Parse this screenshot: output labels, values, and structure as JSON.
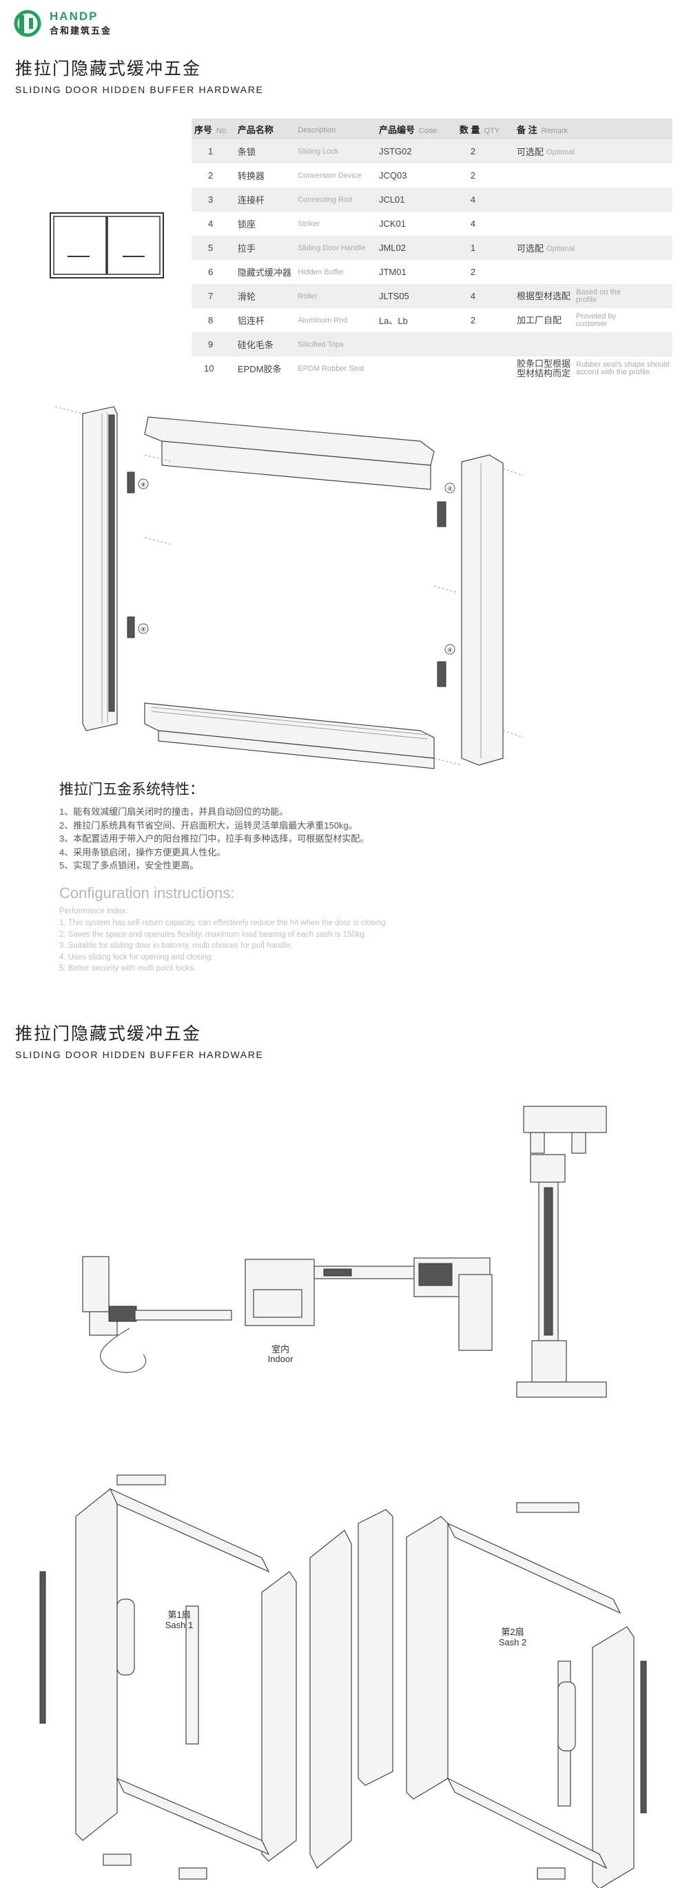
{
  "brand": {
    "name": "HANDP",
    "name_cn": "合和建筑五金"
  },
  "section1": {
    "title_cn": "推拉门隐藏式缓冲五金",
    "title_en": "SLIDING DOOR HIDDEN BUFFER HARDWARE"
  },
  "section2": {
    "title_cn": "推拉门隐藏式缓冲五金",
    "title_en": "SLIDING DOOR HIDDEN BUFFER HARDWARE"
  },
  "table": {
    "headers": [
      {
        "cn": "序号",
        "en": "No."
      },
      {
        "cn": "产品名称",
        "en": ""
      },
      {
        "cn": "",
        "en": "Description"
      },
      {
        "cn": "产品编号",
        "en": "Code"
      },
      {
        "cn": "数 量",
        "en": "QTY"
      },
      {
        "cn": "备 注",
        "en": "Remark"
      }
    ],
    "rows": [
      {
        "no": "1",
        "name": "条锁",
        "desc": "Sliding Lock",
        "code": "JSTG02",
        "qty": "2",
        "remark_cn": "可选配",
        "remark_en": "Optional"
      },
      {
        "no": "2",
        "name": "转换器",
        "desc": "Conversion Device",
        "code": "JCQ03",
        "qty": "2",
        "remark_cn": "",
        "remark_en": ""
      },
      {
        "no": "3",
        "name": "连接杆",
        "desc": "Connecting Rod",
        "code": "JCL01",
        "qty": "4",
        "remark_cn": "",
        "remark_en": ""
      },
      {
        "no": "4",
        "name": "锁座",
        "desc": "Striker",
        "code": "JCK01",
        "qty": "4",
        "remark_cn": "",
        "remark_en": ""
      },
      {
        "no": "5",
        "name": "拉手",
        "desc": "Sliding Door Handle",
        "code": "JML02",
        "qty": "1",
        "remark_cn": "可选配",
        "remark_en": "Optional"
      },
      {
        "no": "6",
        "name": "隐藏式缓冲器",
        "desc": "Hidden Buffer",
        "code": "JTM01",
        "qty": "2",
        "remark_cn": "",
        "remark_en": ""
      },
      {
        "no": "7",
        "name": "滑轮",
        "desc": "Roller",
        "code": "JLTS05",
        "qty": "4",
        "remark_cn": "根据型材选配",
        "remark_en": "Based on the profile"
      },
      {
        "no": "8",
        "name": "铝连杆",
        "desc": "Aluminum Rod",
        "code": "La、Lb",
        "qty": "2",
        "remark_cn": "加工厂自配",
        "remark_en": "Provided by customer"
      },
      {
        "no": "9",
        "name": "硅化毛条",
        "desc": "Silicified Tops",
        "code": "",
        "qty": "",
        "remark_cn": "",
        "remark_en": ""
      },
      {
        "no": "10",
        "name": "EPDM胶条",
        "desc": "EPDM Rubber Seal",
        "code": "",
        "qty": "",
        "remark_cn": "胶条口型根据型材结构而定",
        "remark_en": "Rubber seal's shape should accord with the profile."
      }
    ]
  },
  "diagram1": {
    "callouts": [
      "④",
      "④",
      "④",
      "④"
    ]
  },
  "features": {
    "title": "推拉门五金系统特性：",
    "items": [
      "1、能有效减缓门扇关闭时的撞击，并具自动回位的功能。",
      "2、推拉门系统具有节省空间、开启面积大，运转灵活单扇最大承重150kg。",
      "3、本配置适用于带入户的阳台推拉门中，拉手有多种选择，可根据型材实配。",
      "4、采用条锁启闭，操作方便更具人性化。",
      "5、实现了多点锁闭，安全性更高。"
    ]
  },
  "config": {
    "title": "Configuration instructions:",
    "subtitle": "Performance index:",
    "items": [
      "1. This system has self-return capacity, can effectively reduce the hit when the door is closing.",
      "2. Saves the space and operates flexibly, maximum load bearing of each sash is 150kg.",
      "3. Suitable for sliding door in balcony, multi choices for pull handle.",
      "4. Uses sliding lock for opening and closing.",
      "5. Better security with multi point locks."
    ]
  },
  "section_view": {
    "indoor_cn": "室内",
    "indoor_en": "Indoor"
  },
  "exploded": {
    "sash1_cn": "第1扇",
    "sash1_en": "Sash 1",
    "sash2_cn": "第2扇",
    "sash2_en": "Sash 2"
  }
}
